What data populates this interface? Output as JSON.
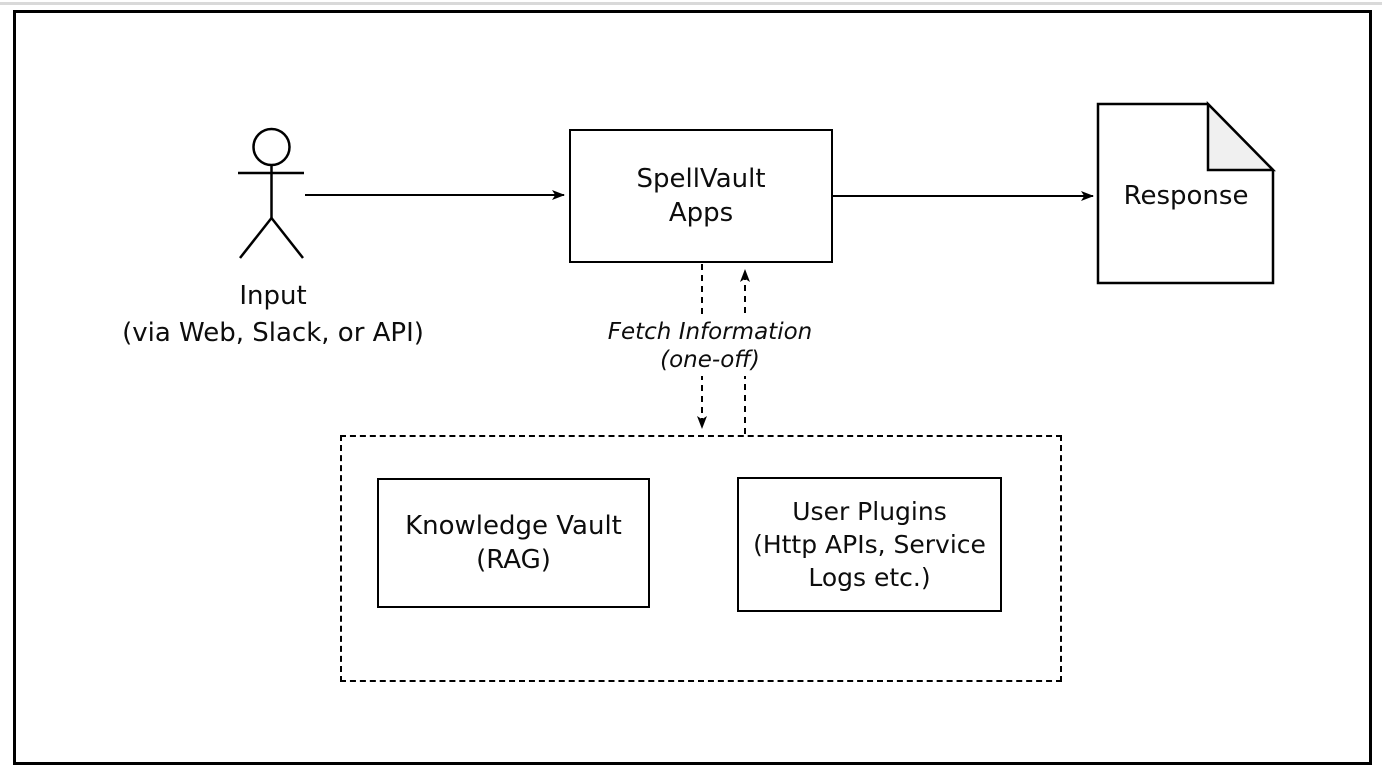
{
  "diagram": {
    "actor": {
      "label": "Input",
      "sublabel": "(via Web, Slack, or API)"
    },
    "nodes": {
      "app": {
        "line1": "SpellVault",
        "line2": "Apps"
      },
      "response": {
        "label": "Response"
      },
      "knowledge": {
        "line1": "Knowledge Vault",
        "line2": "(RAG)"
      },
      "plugins": {
        "line1": "User Plugins",
        "line2": "(Http APIs, Service",
        "line3": "Logs etc.)"
      }
    },
    "edges": {
      "fetch": {
        "line1": "Fetch Information",
        "line2": "(one-off)"
      }
    },
    "colors": {
      "line": "#000000",
      "background": "#ffffff",
      "fold_fill": "#f0f0f0"
    }
  }
}
